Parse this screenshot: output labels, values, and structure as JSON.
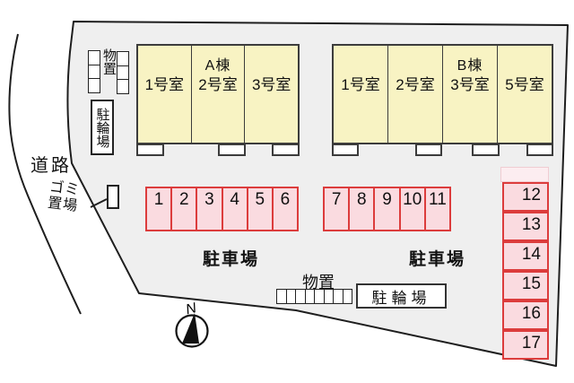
{
  "site": {
    "road_label": "道路",
    "garbage_line1": "ゴミ",
    "garbage_line2": "置場",
    "compass_label": "N"
  },
  "buildings": {
    "a": {
      "name": "A棟",
      "units": [
        "1号室",
        "2号室",
        "3号室"
      ]
    },
    "b": {
      "name": "B棟",
      "units": [
        "1号室",
        "2号室",
        "3号室",
        "5号室"
      ]
    }
  },
  "facilities": {
    "storage_top_label": "物置",
    "bicycle_top_label": "駐輪場",
    "storage_bottom_label": "物置",
    "bicycle_bottom_label": "駐輪場",
    "parking_label_left": "駐車場",
    "parking_label_right": "駐車場"
  },
  "parking": {
    "row1": [
      "1",
      "2",
      "3",
      "4",
      "5",
      "6"
    ],
    "row2": [
      "7",
      "8",
      "9",
      "10",
      "11"
    ],
    "column": [
      "12",
      "13",
      "14",
      "15",
      "16",
      "17"
    ]
  },
  "colors": {
    "site_fill": "#efefef",
    "building_fill": "#f8f3c3",
    "building_border": "#3c3c3c",
    "parking_fill": "#fadbe0",
    "parking_border": "#dc3c3c",
    "line_color": "#1e1e1e"
  }
}
